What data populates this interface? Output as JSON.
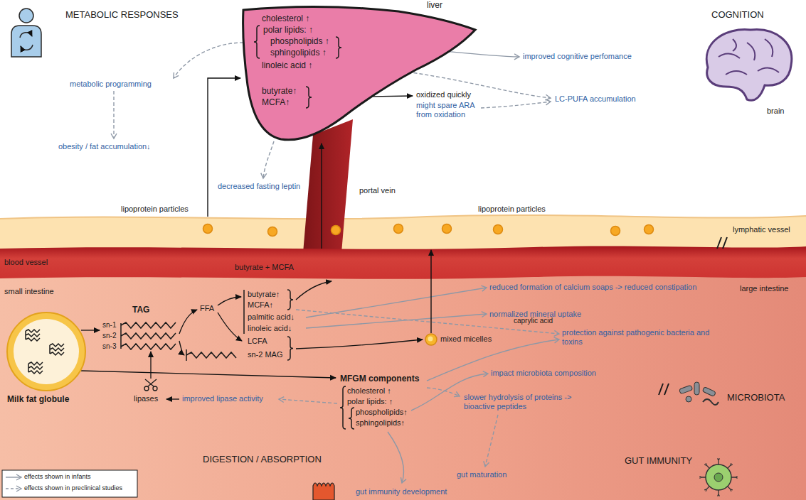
{
  "diagram": {
    "nodes": [
      {
        "text": [
          "liver",
          "cholesterol ↑",
          "polar lipids: ↑",
          "phospholipids ↑",
          "sphingolipids ↑",
          "linoleic acid ↑",
          "butyrate↑",
          "MCFA↑"
        ]
      },
      {
        "text": [
          "lymphatic vessel"
        ]
      },
      {
        "text": [
          "blood vessel"
        ]
      },
      {
        "text": [
          "small intestine",
          "large intestine"
        ]
      },
      {
        "text": [
          "Milk fat globule"
        ],
        "in": 3
      },
      {
        "text": [
          "mixed micelles"
        ],
        "in": 3
      }
    ],
    "edges": [
      {
        "from": 5,
        "to": 1,
        "arrow": "to"
      },
      {
        "from": 1,
        "to": 0,
        "arrow": "to"
      },
      {
        "from": 2,
        "to": 0,
        "arrow": "to"
      }
    ],
    "labels": [
      "METABOLIC RESPONSES",
      "COGNITION",
      "metabolic programming",
      "obesity / fat accumulation↓",
      "decreased fasting leptin",
      "improved cognitive perfomance",
      "oxidized quickly",
      "might spare ARA from oxidation",
      "LC-PUFA accumulation",
      "brain",
      "lipoprotein particles",
      "portal vein",
      "lipoprotein particles",
      "butyrate + MCFA",
      "TAG",
      "sn-1",
      "sn-2",
      "sn-3",
      "FFA",
      "butyrate↑",
      "MCFA↑",
      "palmitic acid↓",
      "linoleic acid↓",
      "LCFA",
      "sn-2 MAG",
      "reduced formation of calcium soaps -> reduced constipation",
      "normalized mineral uptake",
      "caprylic acid",
      "protection against pathogenic bacteria and toxins",
      "impact microbiota composition",
      "MFGM components",
      "cholesterol ↑",
      "polar lipids: ↑",
      "phospholipids↑",
      "sphingolipids↑",
      "lipases",
      "improved lipase activity",
      "slower hydrolysis of proteins -> bioactive peptides",
      "gut maturation",
      "gut immunity development",
      "DIGESTION / ABSORPTION",
      "MICROBIOTA",
      "GUT IMMUNITY"
    ],
    "legend": [
      {
        "text": "effects shown in infants"
      },
      {
        "text": "effects shown in preclinical studies"
      }
    ]
  }
}
